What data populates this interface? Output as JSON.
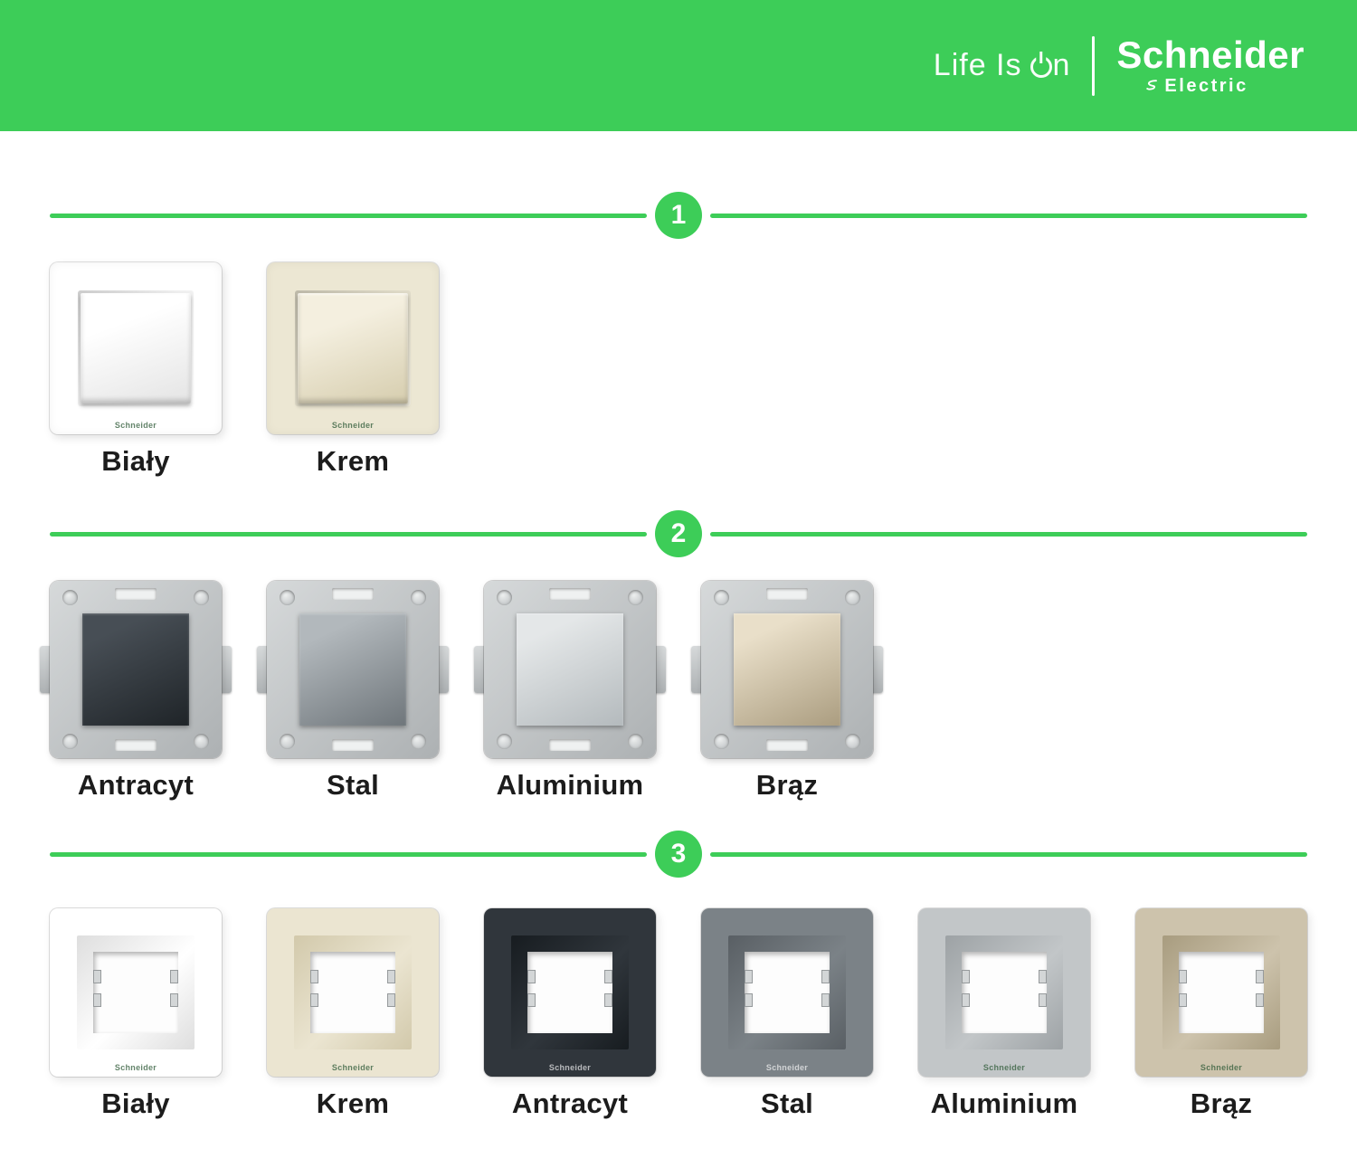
{
  "accent_green": "#3DCD58",
  "header": {
    "bg_color": "#3DCD58",
    "tagline_prefix": "Life Is",
    "tagline_suffix": "n",
    "brand_name": "Schneider",
    "brand_sub": "Electric"
  },
  "product_logo": "Schneider",
  "plate": {
    "light": "#d6d9da",
    "dark": "#adb1b3"
  },
  "sections": [
    {
      "number": "1",
      "items": [
        {
          "label": "Biały",
          "base": "#ffffff",
          "light": "#ffffff",
          "dark": "#e4e4e4"
        },
        {
          "label": "Krem",
          "base": "#ece7d3",
          "light": "#f4efdf",
          "dark": "#d6cdae"
        }
      ]
    },
    {
      "number": "2",
      "items": [
        {
          "label": "Antracyt",
          "light": "#474e55",
          "dark": "#1f2428"
        },
        {
          "label": "Stal",
          "light": "#b2b8bc",
          "dark": "#6f767b"
        },
        {
          "label": "Aluminium",
          "light": "#e4e7e8",
          "dark": "#b4babd"
        },
        {
          "label": "Brąz",
          "light": "#e9dfc9",
          "dark": "#ab9d80"
        }
      ]
    },
    {
      "number": "3",
      "items": [
        {
          "label": "Biały",
          "base": "#ffffff",
          "edge": "#dedede"
        },
        {
          "label": "Krem",
          "base": "#ebe5d1",
          "edge": "#d2c9ab"
        },
        {
          "label": "Antracyt",
          "base": "#30363c",
          "edge": "#171c20"
        },
        {
          "label": "Stal",
          "base": "#7b8287",
          "edge": "#595f64"
        },
        {
          "label": "Aluminium",
          "base": "#c2c6c8",
          "edge": "#9da2a5"
        },
        {
          "label": "Brąz",
          "base": "#cdc3ac",
          "edge": "#a89c7f"
        }
      ]
    }
  ]
}
